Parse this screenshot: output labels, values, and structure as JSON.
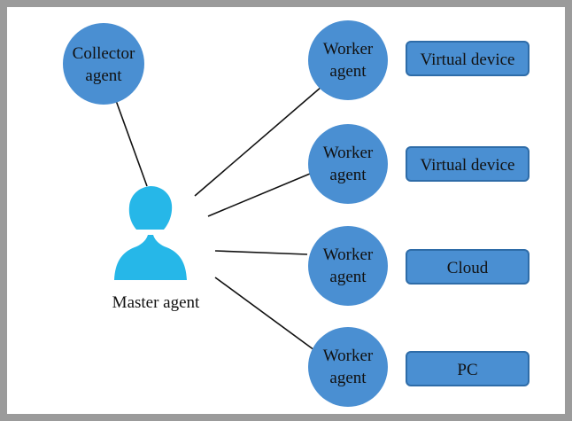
{
  "diagram": {
    "collector": {
      "line1": "Collector",
      "line2": "agent"
    },
    "master": {
      "label": "Master agent"
    },
    "workers": [
      {
        "line1": "Worker",
        "line2": "agent",
        "device": "Virtual device"
      },
      {
        "line1": "Worker",
        "line2": "agent",
        "device": "Virtual device"
      },
      {
        "line1": "Worker",
        "line2": "agent",
        "device": "Cloud"
      },
      {
        "line1": "Worker",
        "line2": "agent",
        "device": "PC"
      }
    ]
  },
  "colors": {
    "node_fill": "#4a8fd2",
    "device_fill": "#4a8fd2",
    "device_border": "#2e6ca8",
    "person_fill": "#26b7e8",
    "line": "#111111",
    "frame": "#9b9b9b"
  }
}
